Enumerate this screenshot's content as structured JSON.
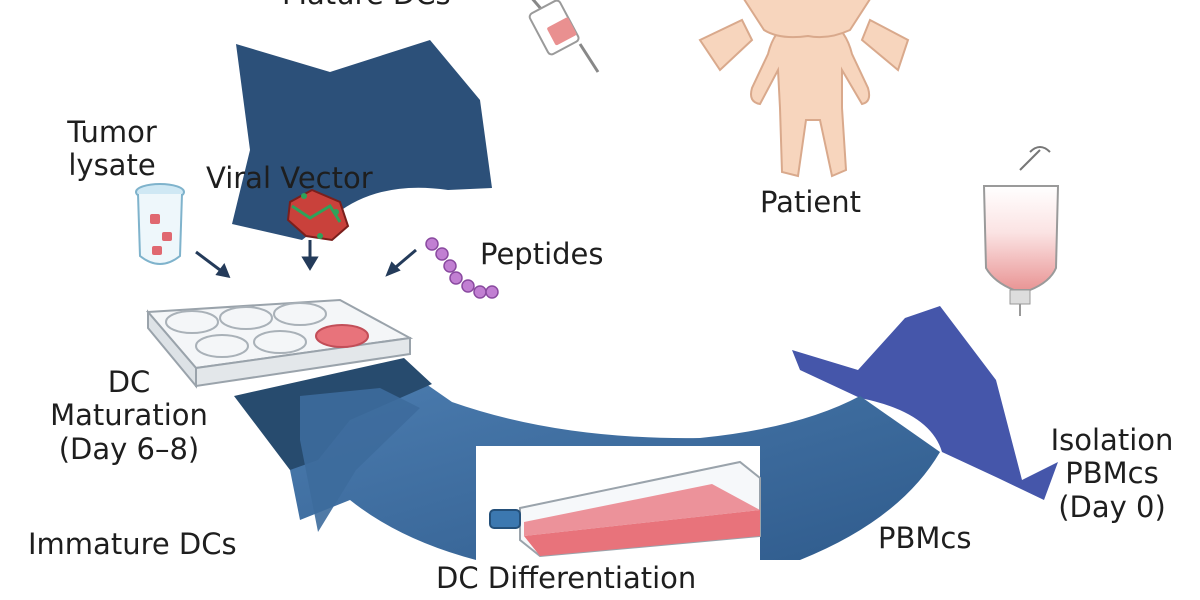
{
  "labels": {
    "mature_dcs": "Mature DCs",
    "patient": "Patient",
    "tumor_lysate": [
      "Tumor",
      "lysate"
    ],
    "viral_vector": "Viral Vector",
    "peptides": "Peptides",
    "dc_maturation": [
      "DC",
      "Maturation",
      "(Day 6–8)"
    ],
    "immature_dcs": "Immature DCs",
    "dc_differentiation": "DC Differentiation",
    "pbmcs": "PBMcs",
    "isolation": [
      "Isolation",
      "PBMcs",
      "(Day 0)"
    ]
  },
  "colors": {
    "arrow_top": "#2c5079",
    "arrow_right": "#4556aa",
    "arrow_bottom": "#3e6d9e",
    "arrow_left_dark": "#274b6e",
    "skin": "#f7d5bd",
    "medium_pink": "#e8737b",
    "peptide_purple": "#c17fd2",
    "virus_red": "#c9413b"
  },
  "icons": [
    "syringe-icon",
    "patient-figure-icon",
    "iv-bag-icon",
    "tube-icon",
    "virus-icon",
    "peptide-chain-icon",
    "well-plate-icon",
    "culture-flask-icon"
  ]
}
